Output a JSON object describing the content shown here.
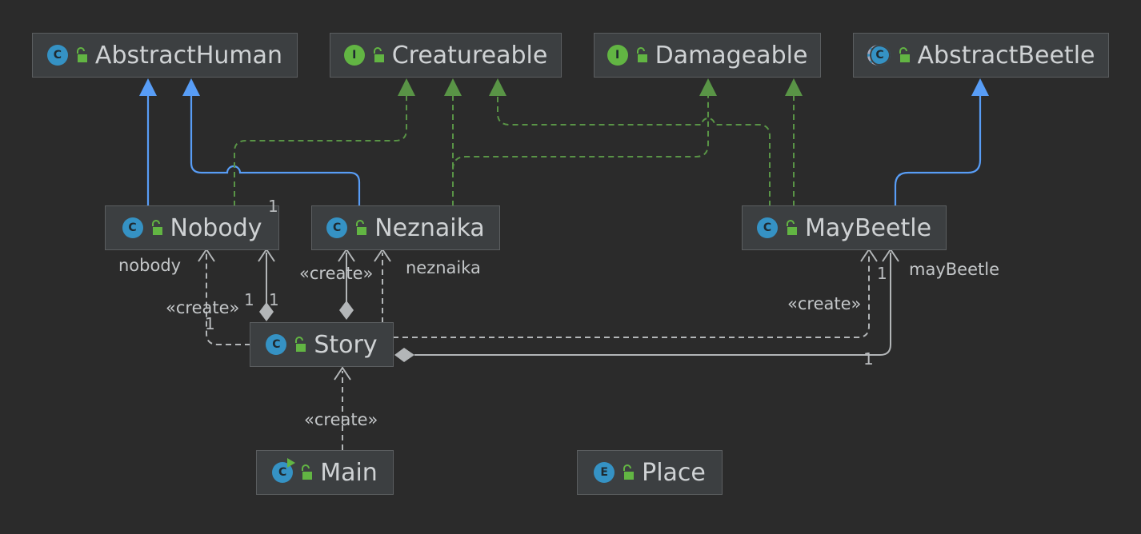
{
  "diagram": {
    "nodes": {
      "abstract_human": {
        "name": "AbstractHuman",
        "badge": "C",
        "kind": "abstract-class"
      },
      "creatureable": {
        "name": "Creatureable",
        "badge": "I",
        "kind": "interface"
      },
      "damageable": {
        "name": "Damageable",
        "badge": "I",
        "kind": "interface"
      },
      "abstract_beetle": {
        "name": "AbstractBeetle",
        "badge": "C",
        "kind": "abstract-class"
      },
      "nobody": {
        "name": "Nobody",
        "badge": "C",
        "kind": "class"
      },
      "neznaika": {
        "name": "Neznaika",
        "badge": "C",
        "kind": "class"
      },
      "maybeetle": {
        "name": "MayBeetle",
        "badge": "C",
        "kind": "class"
      },
      "story": {
        "name": "Story",
        "badge": "C",
        "kind": "class"
      },
      "main": {
        "name": "Main",
        "badge": "C",
        "kind": "main-class"
      },
      "place": {
        "name": "Place",
        "badge": "E",
        "kind": "enum"
      }
    },
    "labels": {
      "nobody_role": "nobody",
      "neznaika_role": "neznaika",
      "maybeetle_role": "mayBeetle",
      "create_nobody": "«create»",
      "create_neznaika": "«create»",
      "create_maybeetle": "«create»",
      "create_story": "«create»"
    },
    "multiplicities": {
      "nobody_top": "1",
      "nobody_left": "1",
      "nobody_mid": "1",
      "nobody_right": "1",
      "maybeetle_top": "1",
      "maybeetle_bottom": "1"
    },
    "colors": {
      "extends": "#589df6",
      "implements": "#599446",
      "dependency": "#b3b6b8",
      "icon_class": "#3592c4",
      "icon_interface": "#62b543",
      "lock": "#62b543"
    }
  }
}
